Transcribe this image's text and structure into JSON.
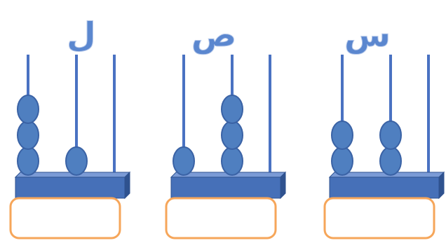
{
  "colors": {
    "rod": "#4a72c2",
    "bead": "#4f7fc0",
    "bead_stroke": "#3a62a5",
    "base_front": "#4670b8",
    "base_top": "#7b9bd6",
    "base_side": "#2f528f",
    "base_stroke": "#2f528f",
    "label_fill": "#5b87cf",
    "label_stroke": "#b7c9ea",
    "answer_box_border": "#f6a65a"
  },
  "abaci": [
    {
      "label": "ل",
      "answer": "",
      "rods": [
        {
          "beads": 3
        },
        {
          "beads": 1
        },
        {
          "beads": 0
        }
      ]
    },
    {
      "label": "ص",
      "answer": "",
      "rods": [
        {
          "beads": 1
        },
        {
          "beads": 3
        },
        {
          "beads": 0
        }
      ]
    },
    {
      "label": "س",
      "answer": "",
      "rods": [
        {
          "beads": 2
        },
        {
          "beads": 2
        },
        {
          "beads": 0
        }
      ]
    }
  ]
}
